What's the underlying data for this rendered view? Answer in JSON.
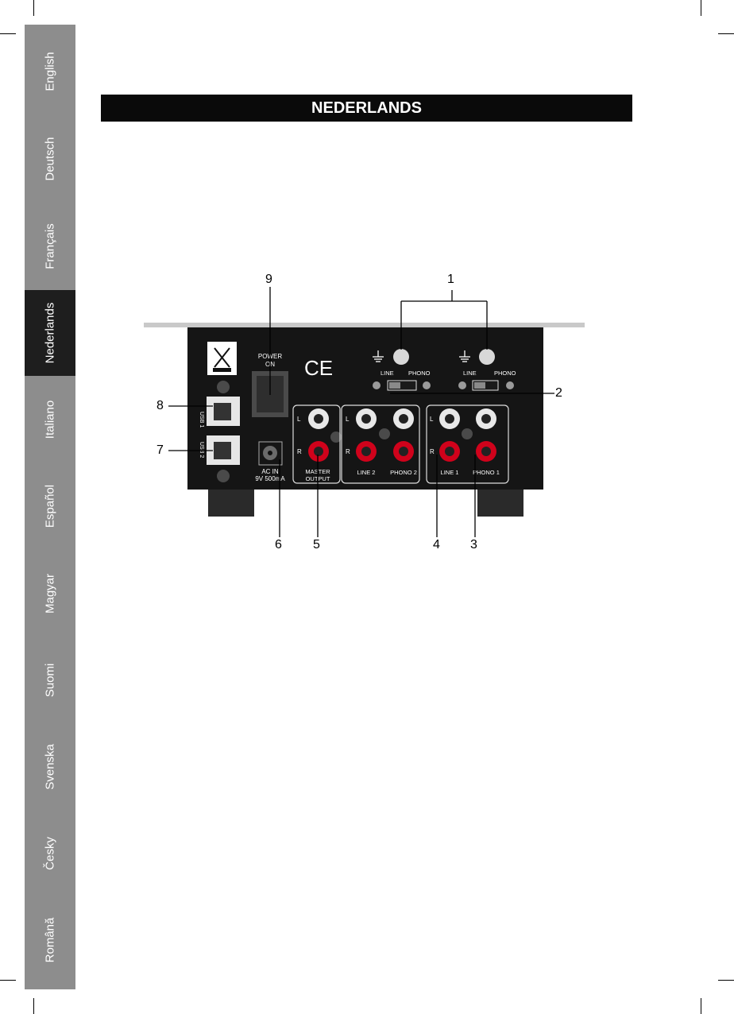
{
  "languages": [
    {
      "label": "English",
      "active": false
    },
    {
      "label": "Deutsch",
      "active": false
    },
    {
      "label": "Français",
      "active": false
    },
    {
      "label": "Nederlands",
      "active": true
    },
    {
      "label": "Italiano",
      "active": false
    },
    {
      "label": "Español",
      "active": false
    },
    {
      "label": "Magyar",
      "active": false
    },
    {
      "label": "Suomi",
      "active": false
    },
    {
      "label": "Svenska",
      "active": false
    },
    {
      "label": "Česky",
      "active": false
    },
    {
      "label": "Română",
      "active": false
    }
  ],
  "header": {
    "title": "NEDERLANDS"
  },
  "diagram": {
    "callouts": [
      "1",
      "2",
      "3",
      "4",
      "5",
      "6",
      "7",
      "8",
      "9"
    ],
    "panel_labels": {
      "power_line1": "POWER",
      "power_line2": "ON",
      "ce": "CE",
      "line": "LINE",
      "phono": "PHONO",
      "usb1": "USB 1",
      "usb2": "USB 2",
      "ac_line1": "AC IN",
      "ac_line2": "9V 500mA",
      "master_line1": "MASTER",
      "master_line2": "OUTPUT",
      "line2": "LINE 2",
      "phono2": "PHONO 2",
      "line1": "LINE 1",
      "phono1": "PHONO 1",
      "l": "L",
      "r": "R"
    }
  }
}
